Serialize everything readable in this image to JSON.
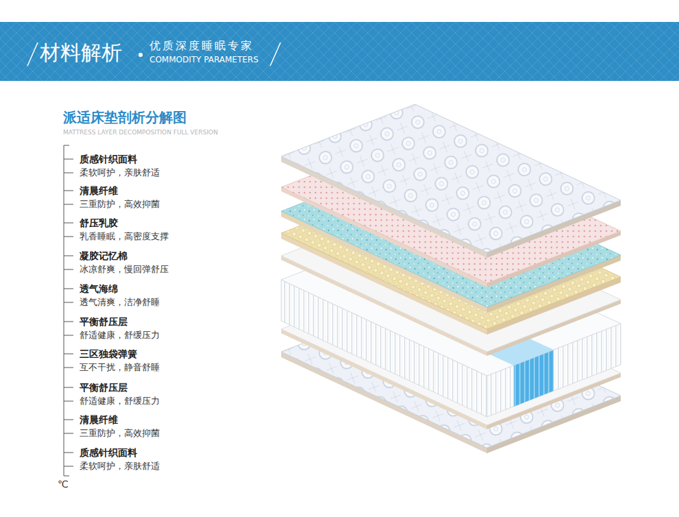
{
  "diagram": {
    "title": "材料解析",
    "labels": [
      "优质深度睡眠专家",
      "COMMODITY PARAMETERS",
      "派适床垫剖析分解图",
      "MATTRESS LAYER DECOMPOSITION FULL VERSION",
      "质感针织面料",
      "柔软呵护，亲肤舒适",
      "清晨纤维",
      "三重防护，高效抑菌",
      "舒压乳胶",
      "乳香睡眠，高密度支撑",
      "凝胶记忆棉",
      "冰凉舒爽，慢回弹舒压",
      "透气海绵",
      "透气清爽，洁净舒睡",
      "平衡舒压层",
      "舒适健康，舒缓压力",
      "三区独袋弹簧",
      "互不干扰，静音舒睡",
      "平衡舒压层",
      "舒适健康，舒缓压力",
      "清晨纤维",
      "三重防护，高效抑菌",
      "质感针织面料",
      "柔软呵护，亲肤舒适",
      "℃"
    ]
  }
}
